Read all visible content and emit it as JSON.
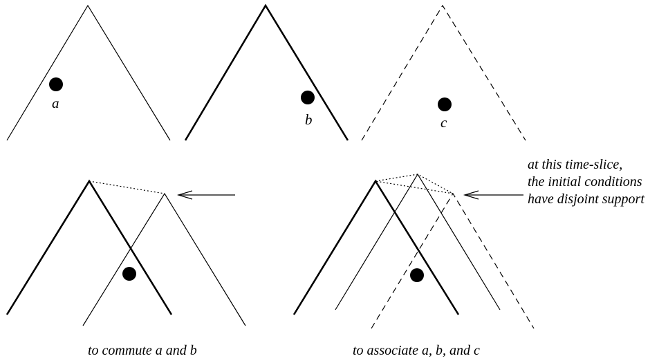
{
  "labels": {
    "a": "a",
    "b": "b",
    "c": "c"
  },
  "annotation": {
    "line1": "at this time-slice,",
    "line2": "the initial conditions",
    "line3": "have disjoint support"
  },
  "captions": {
    "commute": "to commute a and b",
    "associate": "to associate a, b, and c"
  },
  "colors": {
    "ink": "#000000",
    "background": "#ffffff"
  }
}
